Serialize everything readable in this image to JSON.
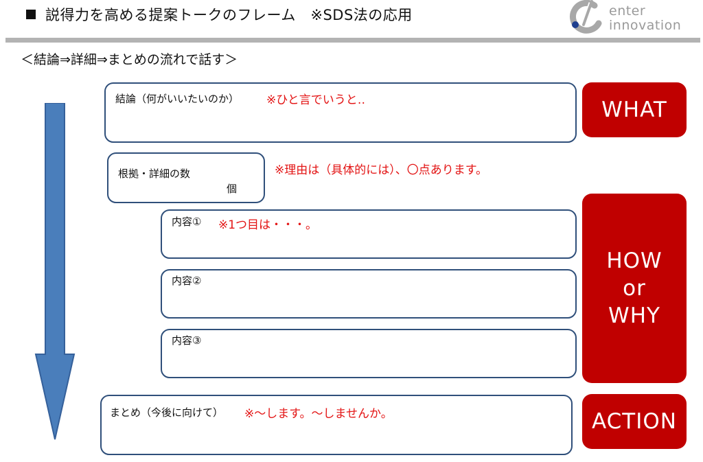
{
  "header": {
    "title": "説得力を高める提案トークのフレーム　※SDS法の応用",
    "logo_line1": "enter",
    "logo_line2": "innovation"
  },
  "subtitle": "＜結論⇒詳細⇒まとめの流れで話す＞",
  "sections": {
    "conclusion": {
      "label": "結論（何がいいたいのか）",
      "note": "※ひと言でいうと‥"
    },
    "basis": {
      "label": "根拠・詳細の数",
      "unit": "個",
      "note": "※理由は（具体的には）、〇点あります。"
    },
    "content1": {
      "label": "内容①",
      "note": "※1つ目は・・・。"
    },
    "content2": {
      "label": "内容②"
    },
    "content3": {
      "label": "内容③"
    },
    "summary": {
      "label": "まとめ（今後に向けて）",
      "note": "※～します。～しませんか。"
    }
  },
  "tags": {
    "what": "WHAT",
    "how_line1": "HOW",
    "how_line2": "or",
    "how_line3": "WHY",
    "action": "ACTION"
  },
  "colors": {
    "tag_red": "#c00000",
    "note_red": "#e31414",
    "box_border": "#2f4f7a",
    "arrow_blue": "#4a7ebb",
    "rule_gray": "#b3b3b3"
  }
}
